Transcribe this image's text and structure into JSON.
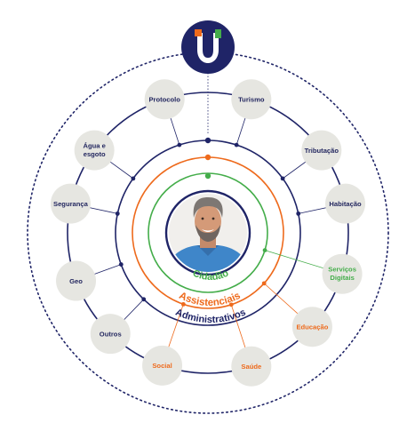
{
  "colors": {
    "navy": "#1f2467",
    "orange": "#ee6a1c",
    "green": "#44ad4a",
    "bubble": "#e6e6e1",
    "bubble_text": "#23275f",
    "outer_ring": "#1f2467",
    "photo_bg": "#f1efec"
  },
  "logo": {
    "letter": "U",
    "square_colors": [
      "#ee6a1c",
      "#44ad4a"
    ]
  },
  "center": {
    "description_icon": "person-portrait"
  },
  "rings": {
    "citizen": "Cidadão",
    "assistance": "Assistenciais",
    "administrative": "Administrativos"
  },
  "services": [
    {
      "label": "Protocolo",
      "ring": "navy"
    },
    {
      "label": "Turismo",
      "ring": "navy"
    },
    {
      "label": "Água e",
      "label2": "esgoto",
      "ring": "navy"
    },
    {
      "label": "Tributação",
      "ring": "navy"
    },
    {
      "label": "Segurança",
      "ring": "navy"
    },
    {
      "label": "Habitação",
      "ring": "navy"
    },
    {
      "label": "Geo",
      "ring": "navy"
    },
    {
      "label": "Serviços",
      "label2": "Digitais",
      "ring": "green"
    },
    {
      "label": "Outros",
      "ring": "navy"
    },
    {
      "label": "Educação",
      "ring": "orange"
    },
    {
      "label": "Social",
      "ring": "orange"
    },
    {
      "label": "Saúde",
      "ring": "orange"
    }
  ]
}
